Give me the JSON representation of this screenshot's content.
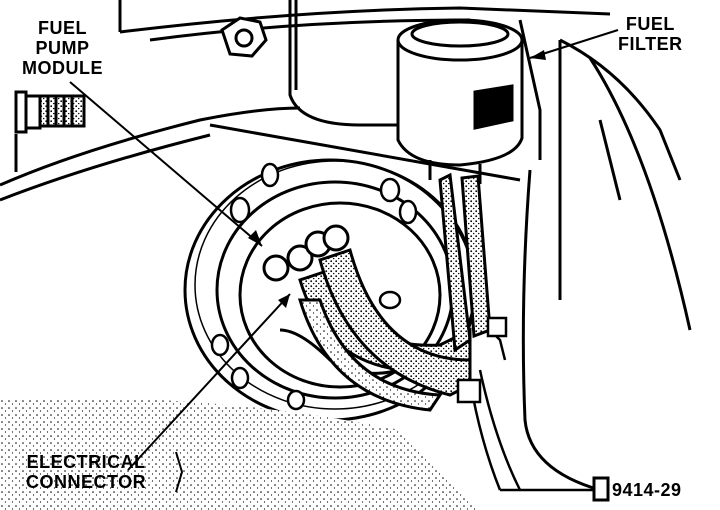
{
  "labels": {
    "fuel_pump_module": "FUEL\nPUMP\nMODULE",
    "fuel_filter": "FUEL\nFILTER",
    "electrical_connector": "ELECTRICAL\nCONNECTOR",
    "figure_number": "9414-29"
  },
  "colors": {
    "ink": "#000000",
    "paper": "#ffffff"
  }
}
